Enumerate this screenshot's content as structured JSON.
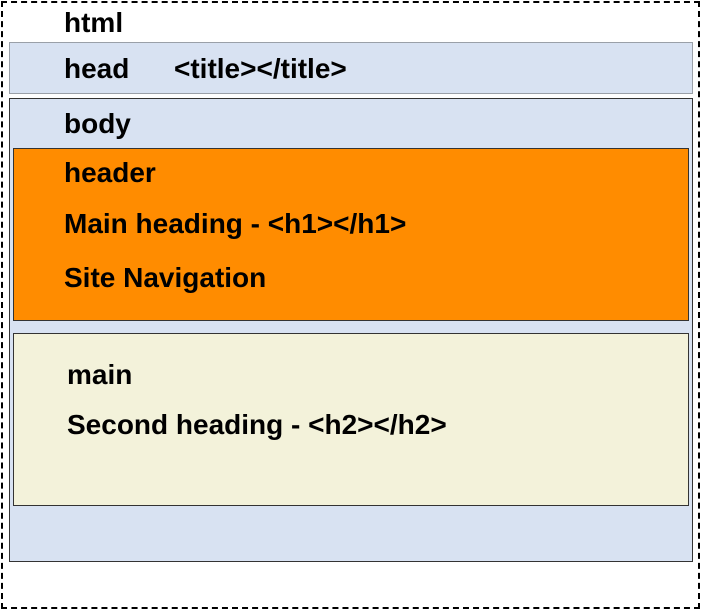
{
  "html_label": "html",
  "head": {
    "label": "head",
    "title_tag": "<title></title>"
  },
  "body_label": "body",
  "header": {
    "label": "header",
    "heading": "Main heading - <h1></h1>",
    "nav": "Site Navigation"
  },
  "main": {
    "label": "main",
    "heading": "Second heading - <h2></h2>"
  },
  "colors": {
    "head_body_fill": "#d8e2f2",
    "header_fill": "#ff8c00",
    "main_fill": "#f3f2da"
  }
}
